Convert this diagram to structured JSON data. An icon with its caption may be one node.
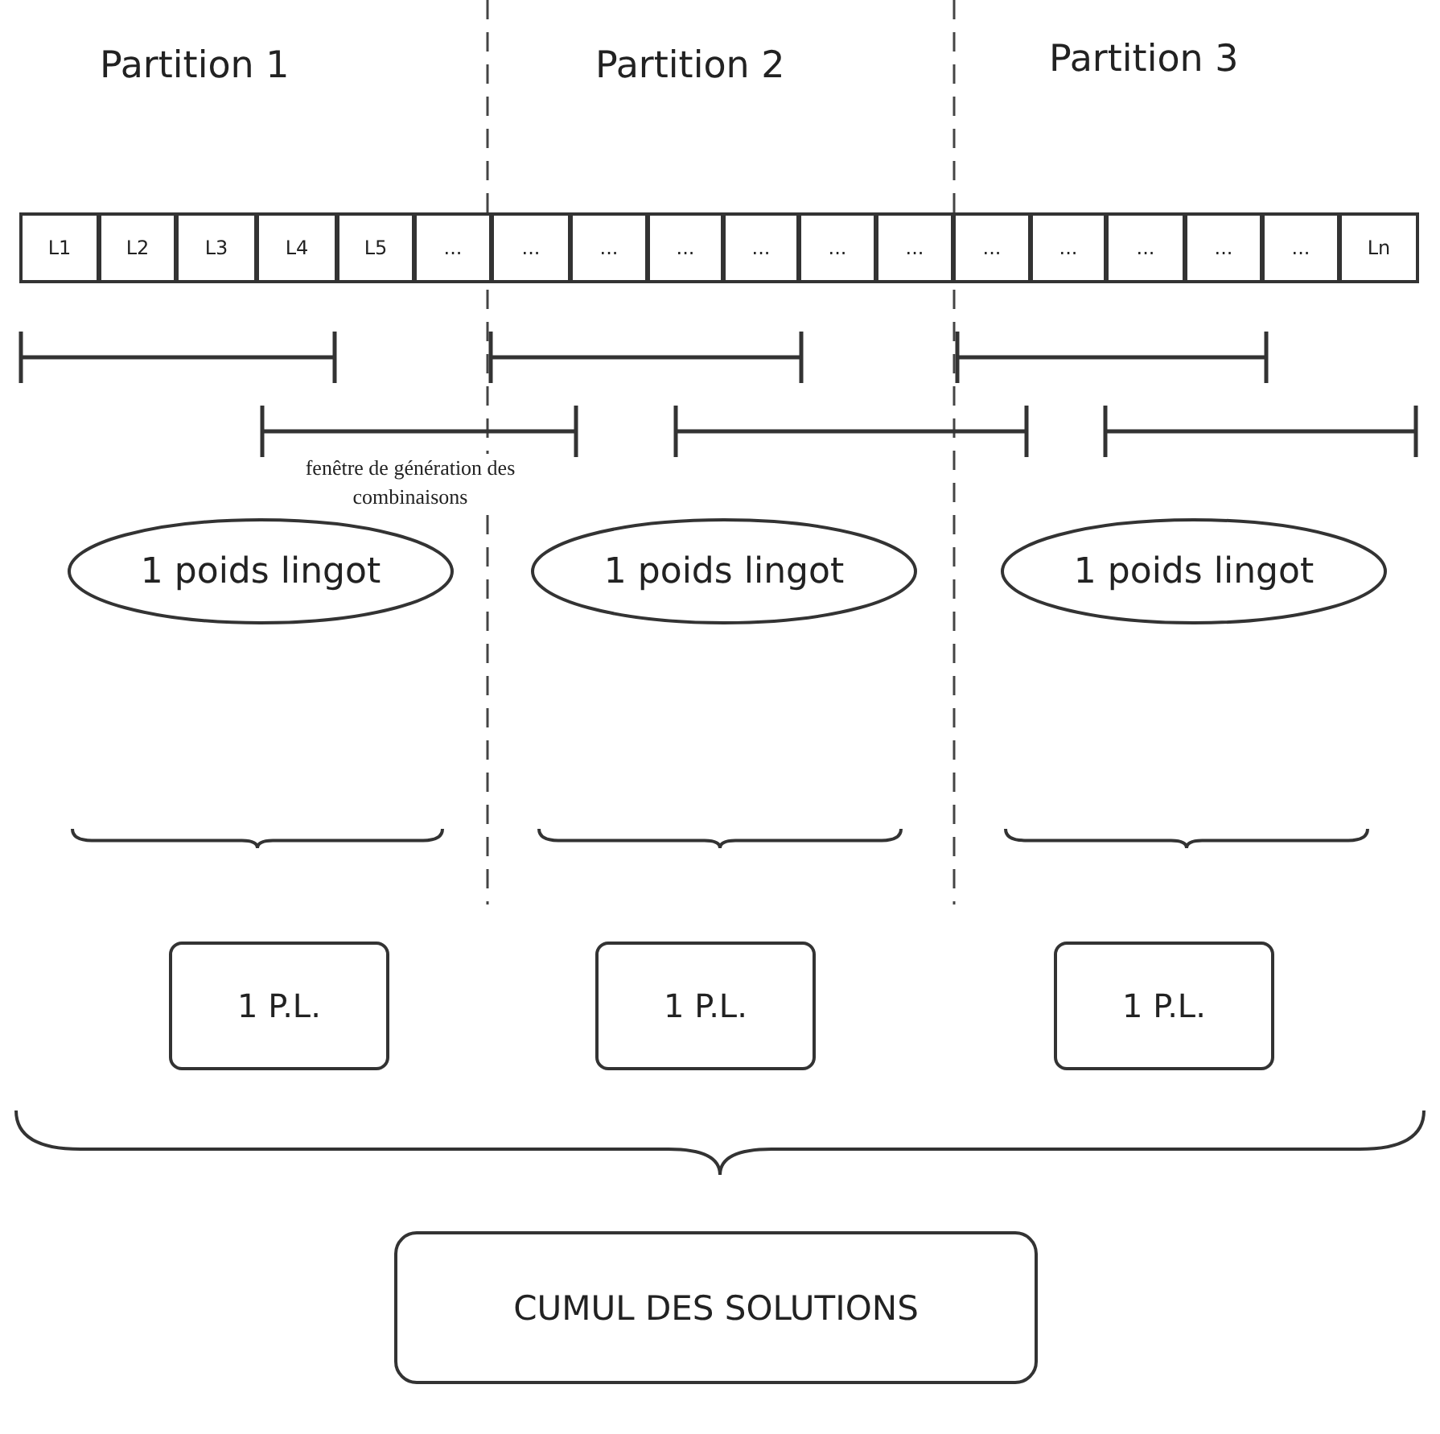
{
  "diagram": {
    "nodes": [
      {
        "text": [
          "L1"
        ]
      },
      {
        "text": [
          "L2"
        ]
      },
      {
        "text": [
          "L3"
        ]
      },
      {
        "text": [
          "L4"
        ]
      },
      {
        "text": [
          "L5"
        ]
      },
      {
        "text": [
          "..."
        ]
      },
      {
        "text": [
          "..."
        ]
      },
      {
        "text": [
          "..."
        ]
      },
      {
        "text": [
          "..."
        ]
      },
      {
        "text": [
          "..."
        ]
      },
      {
        "text": [
          "..."
        ]
      },
      {
        "text": [
          "..."
        ]
      },
      {
        "text": [
          "..."
        ]
      },
      {
        "text": [
          "..."
        ]
      },
      {
        "text": [
          "..."
        ]
      },
      {
        "text": [
          "..."
        ]
      },
      {
        "text": [
          "..."
        ]
      },
      {
        "text": [
          "Ln"
        ]
      },
      {
        "text": [
          "1 poids lingot"
        ]
      },
      {
        "text": [
          "1 poids lingot"
        ]
      },
      {
        "text": [
          "1 poids lingot"
        ]
      },
      {
        "text": [
          "1 P.L."
        ]
      },
      {
        "text": [
          "1 P.L."
        ]
      },
      {
        "text": [
          "1 P.L."
        ]
      },
      {
        "text": [
          "CUMUL DES SOLUTIONS"
        ]
      }
    ],
    "labels": [
      "Partition 1",
      "Partition 2",
      "Partition 3",
      "fenêtre de génération des combinaisons"
    ]
  }
}
